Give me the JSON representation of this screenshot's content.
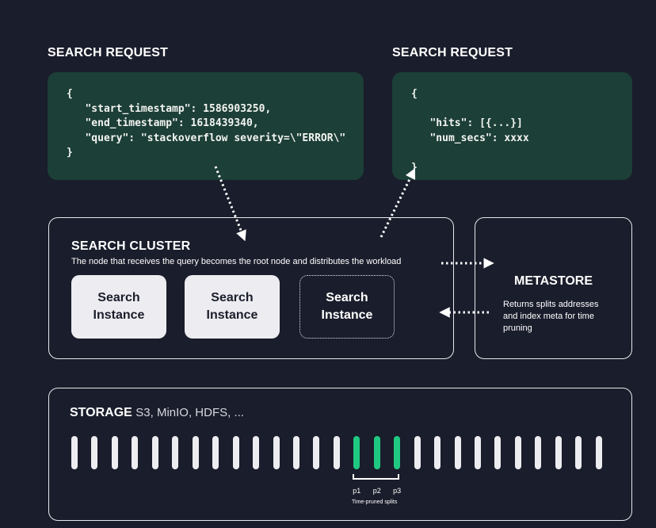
{
  "request": {
    "title": "SEARCH REQUEST",
    "code": "{\n   \"start_timestamp\": 1586903250,\n   \"end_timestamp\": 1618439340,\n   \"query\": \"stackoverflow severity=\\\"ERROR\\\"\n}"
  },
  "response": {
    "title": "SEARCH REQUEST",
    "code": "{\n\n   \"hits\": [{...}]\n   \"num_secs\": xxxx\n\n}"
  },
  "cluster": {
    "title": "SEARCH CLUSTER",
    "subtitle": "The  node that receives the query becomes the root node and distributes the workload",
    "instances": [
      {
        "label": "Search\nInstance",
        "style": "solid"
      },
      {
        "label": "Search\nInstance",
        "style": "solid"
      },
      {
        "label": "Search\nInstance",
        "style": "dashed"
      }
    ]
  },
  "metastore": {
    "title": "METASTORE",
    "description": "Returns splits addresses and index meta for time pruning"
  },
  "storage": {
    "label": "STORAGE",
    "sublabel": "S3, MinIO, HDFS, ...",
    "split_count": 27,
    "pruned_indices": [
      14,
      15,
      16
    ],
    "pruned_labels": [
      "p1",
      "p2",
      "p3"
    ],
    "caption": "Time-pruned splits"
  },
  "colors": {
    "background": "#1a1d2b",
    "code_box": "#1c3f37",
    "pruned_split": "#1fc981",
    "split": "#ededf1"
  }
}
